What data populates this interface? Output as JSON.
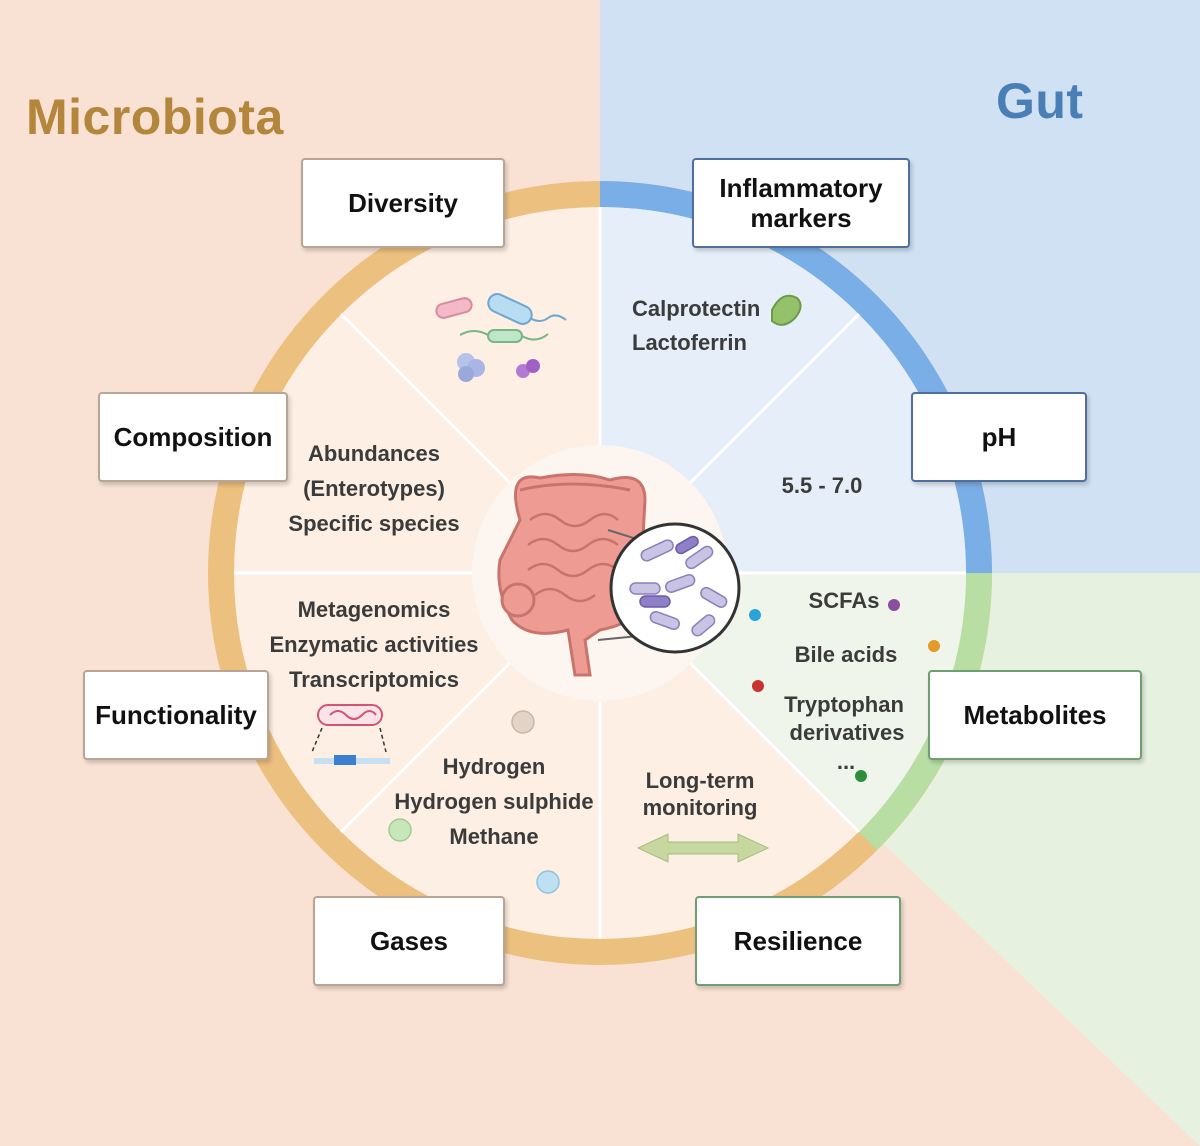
{
  "headings": {
    "microbiota": "Microbiota",
    "gut": "Gut"
  },
  "boxes": {
    "diversity": "Diversity",
    "inflammatory": "Inflammatory\nmarkers",
    "ph": "pH",
    "composition": "Composition",
    "functionality": "Functionality",
    "metabolites": "Metabolites",
    "gases": "Gases",
    "resilience": "Resilience"
  },
  "texts": {
    "calprotectin": "Calprotectin",
    "lactoferrin": "Lactoferrin",
    "ph_range": "5.5 - 7.0",
    "abundances": "Abundances",
    "enterotypes": "(Enterotypes)",
    "specific_species": "Specific species",
    "metagenomics": "Metagenomics",
    "enzymatic": "Enzymatic activities",
    "transcriptomics": "Transcriptomics",
    "scfas": "SCFAs",
    "bile_acids": "Bile acids",
    "tryptophan": "Tryptophan",
    "derivatives": "derivatives",
    "ellipsis": "...",
    "hydrogen": "Hydrogen",
    "hydrogen_sulphide": "Hydrogen sulphide",
    "methane": "Methane",
    "long_term": "Long-term",
    "monitoring": "monitoring"
  },
  "colors": {
    "microbiota_bg": "#f9e2d4",
    "gut_bg": "#cfe1f3",
    "green_bg": "#e7f1e0",
    "orange_ring": "#ecc07f",
    "blue_ring": "#7aaee6",
    "green_ring": "#b8dea4",
    "microbiota_title": "#b3863c",
    "gut_title": "#4a7fb5"
  },
  "icons": [
    "bacteria-cluster-icon",
    "bacterium-icon",
    "intestine-icon",
    "microscope-view-icon",
    "gene-sequencing-icon",
    "gas-bubble-icon",
    "metabolite-dot-icon",
    "double-arrow-icon"
  ]
}
